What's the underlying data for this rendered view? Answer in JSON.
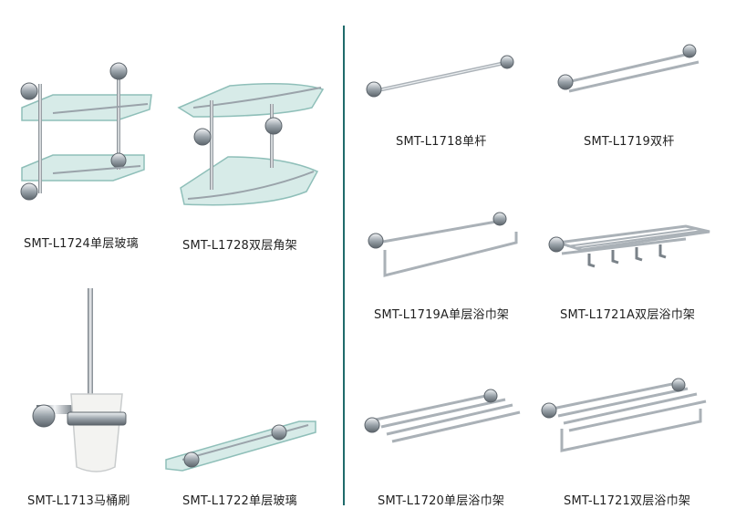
{
  "products": [
    {
      "id": "L1724",
      "label": "SMT-L1724单层玻璃",
      "icon": "double-glass-shelf-icon"
    },
    {
      "id": "L1728",
      "label": "SMT-L1728双层角架",
      "icon": "corner-glass-shelf-icon"
    },
    {
      "id": "L1713",
      "label": "SMT-L1713马桶刷",
      "icon": "toilet-brush-holder-icon"
    },
    {
      "id": "L1722",
      "label": "SMT-L1722单层玻璃",
      "icon": "single-glass-shelf-icon"
    },
    {
      "id": "L1718",
      "label": "SMT-L1718单杆",
      "icon": "single-towel-bar-icon"
    },
    {
      "id": "L1719",
      "label": "SMT-L1719双杆",
      "icon": "double-towel-bar-icon"
    },
    {
      "id": "L1719A",
      "label": "SMT-L1719A单层浴巾架",
      "icon": "towel-bar-with-lower-rail-icon"
    },
    {
      "id": "L1721A",
      "label": "SMT-L1721A双层浴巾架",
      "icon": "towel-rack-with-hooks-icon"
    },
    {
      "id": "L1720",
      "label": "SMT-L1720单层浴巾架",
      "icon": "single-towel-rack-icon"
    },
    {
      "id": "L1721",
      "label": "SMT-L1721双层浴巾架",
      "icon": "double-towel-rack-icon"
    }
  ],
  "colors": {
    "divider": "#1f6b6b",
    "chrome_light": "#e6e9ec",
    "chrome_mid": "#a9b0b6",
    "chrome_dark": "#5c646b",
    "glass": "#cfe6e3",
    "glass_edge": "#8fbfb9",
    "ceramic": "#f3f3f1"
  }
}
